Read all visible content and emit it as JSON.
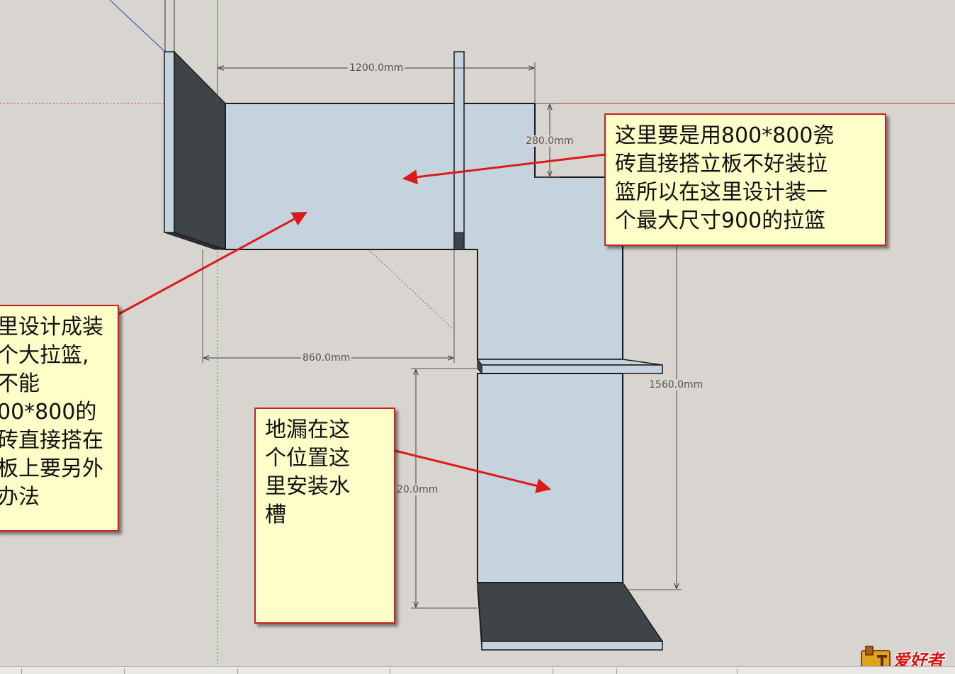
{
  "dimensions": {
    "top_width": "1200.0mm",
    "notch_height": "280.0mm",
    "bottom_width": "860.0mm",
    "right_height": "1560.0mm",
    "left_height": "20.0mm"
  },
  "notes": {
    "top_right": {
      "lines": [
        "这里要是用800*800瓷",
        "砖直接搭立板不好装拉",
        "篮所以在这里设计装一",
        "个最大尺寸900的拉篮"
      ]
    },
    "left": {
      "lines": [
        "里设计成装",
        "个大拉篮,",
        "不能",
        "00*800的",
        "砖直接搭在",
        "板上要另外",
        "办法"
      ]
    },
    "middle": {
      "lines": [
        "地漏在这",
        "个位置这",
        "里安装水",
        "槽"
      ]
    }
  },
  "logo": {
    "text": "爱好者",
    "icon": "carpenter-logo-icon"
  },
  "colors": {
    "background": "#d8d4cf",
    "panel_light": "#c5d3de",
    "panel_dark": "#3f4449",
    "note_bg": "#fefec8",
    "note_border": "#cc2020",
    "arrow": "#dd1a1a",
    "axis_red": "#c0392b",
    "axis_green": "#2e9d2e",
    "axis_blue": "#2d3fbf"
  }
}
